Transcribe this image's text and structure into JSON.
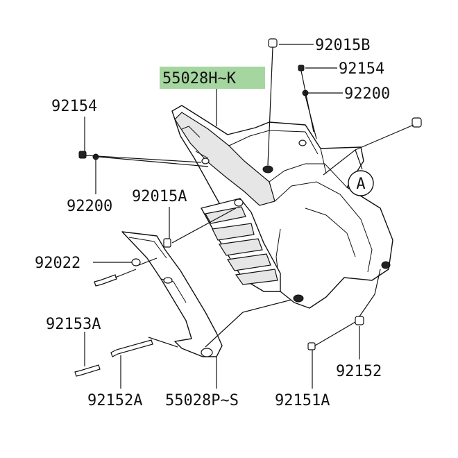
{
  "colors": {
    "highlight": "#a6d6a0",
    "line": "#111111",
    "background": "#ffffff"
  },
  "parts": {
    "p_92015B": "92015B",
    "p_92154_top": "92154",
    "p_92200_top": "92200",
    "p_55028HK": "55028H~K",
    "p_92154_left": "92154",
    "p_92200_left": "92200",
    "p_92015A": "92015A",
    "p_92022": "92022",
    "p_92153A": "92153A",
    "p_92152A": "92152A",
    "p_55028PS": "55028P~S",
    "p_92151A": "92151A",
    "p_92152": "92152",
    "ref_A": "A"
  }
}
